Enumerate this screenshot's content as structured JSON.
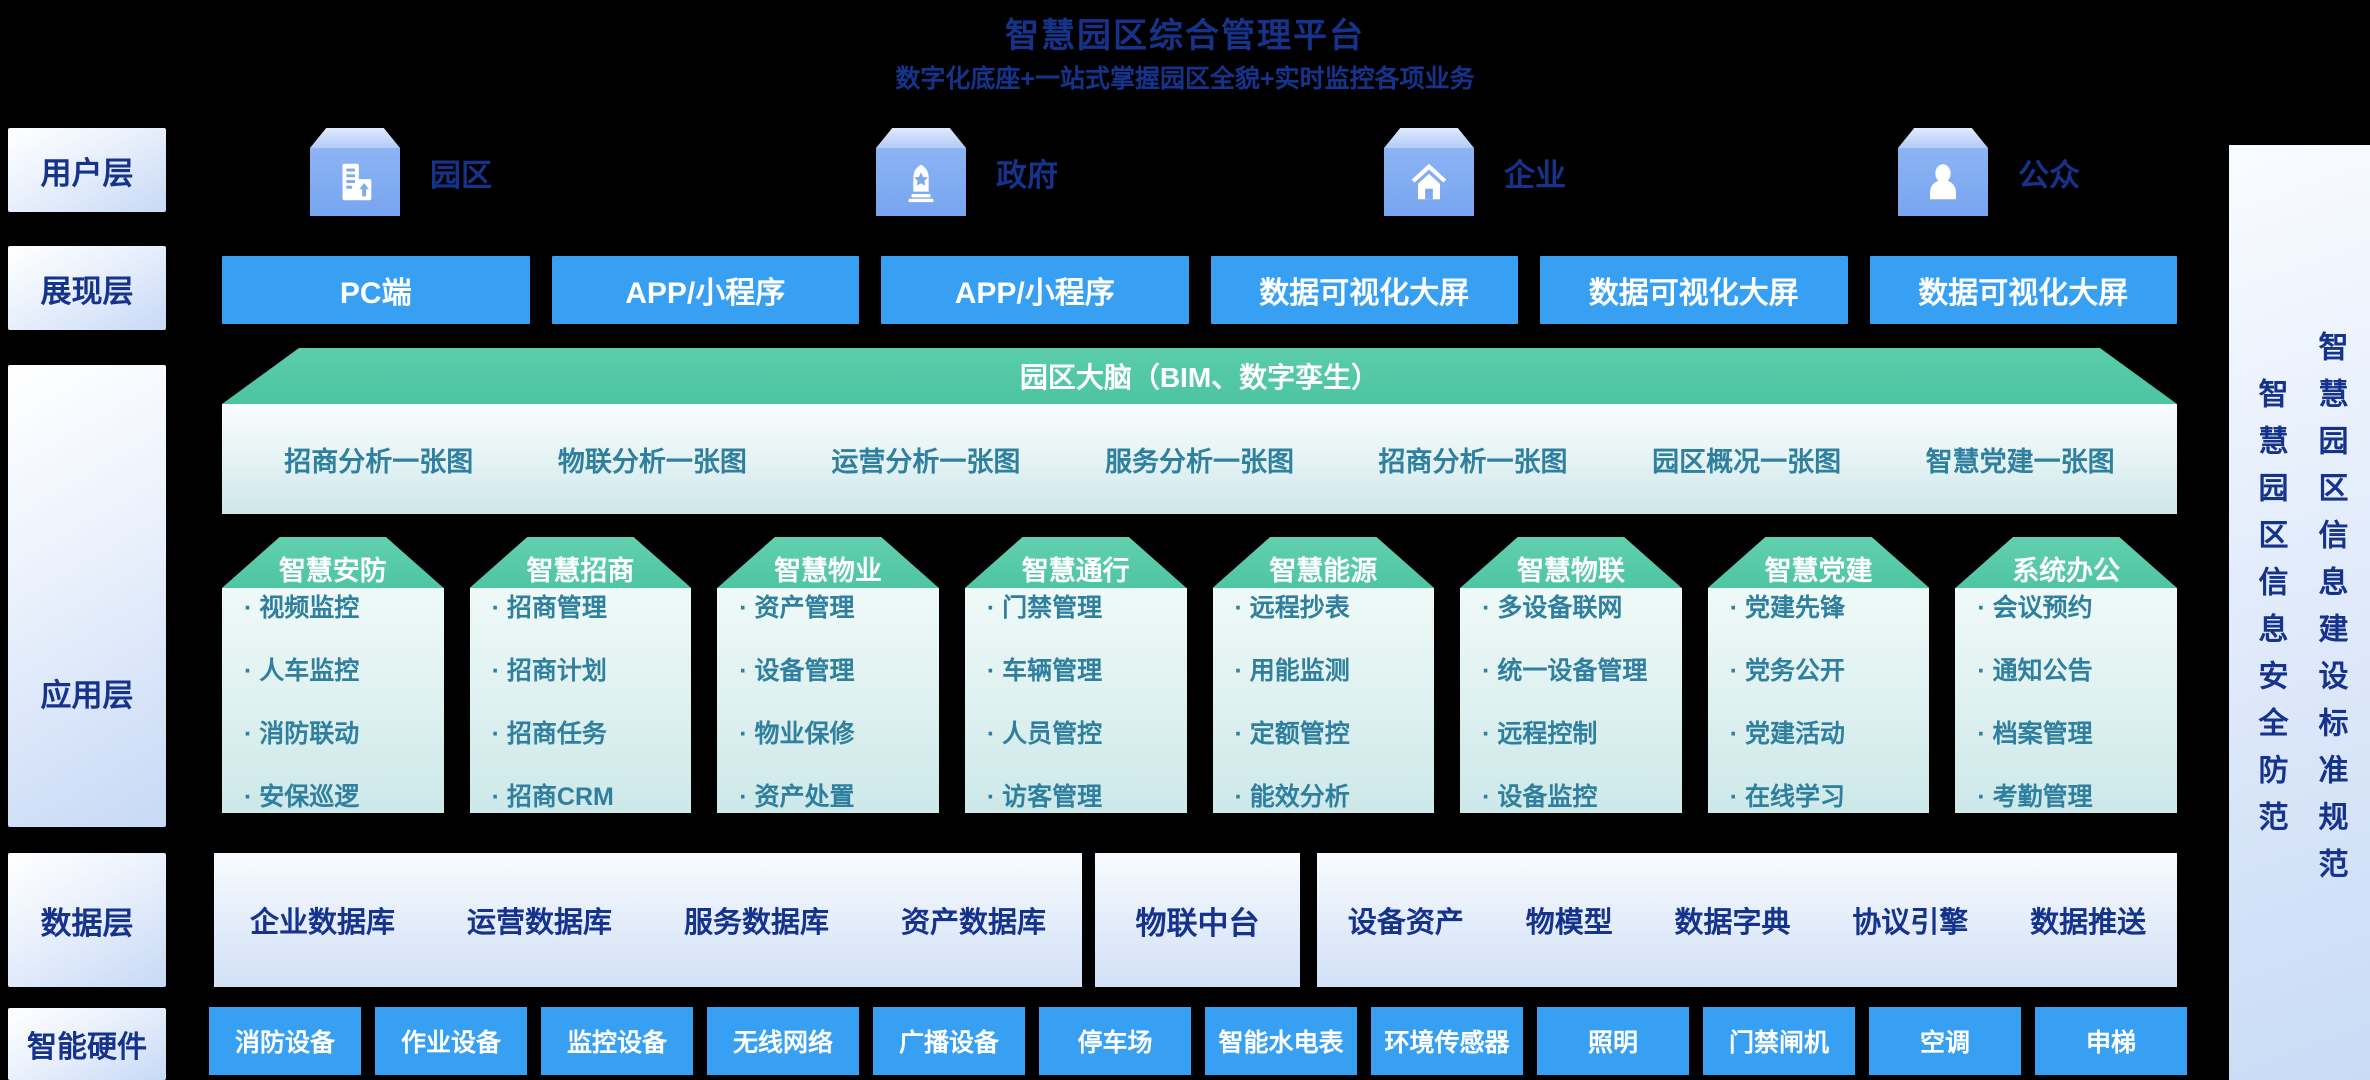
{
  "header": {
    "title": "智慧园区综合管理平台",
    "subtitle": "数字化底座+一站式掌握园区全貌+实时监控各项业务"
  },
  "colors": {
    "accent": "#38a0f3",
    "green": "#52c7a6",
    "navy": "#16338c",
    "teal_text": "#2f7f9f"
  },
  "layers": {
    "user": {
      "label": "用户层",
      "items": [
        {
          "label": "园区",
          "icon": "campus-building-icon"
        },
        {
          "label": "政府",
          "icon": "government-monument-icon"
        },
        {
          "label": "企业",
          "icon": "enterprise-house-icon"
        },
        {
          "label": "公众",
          "icon": "public-person-icon"
        }
      ]
    },
    "presentation": {
      "label": "展现层",
      "items": [
        "PC端",
        "APP/小程序",
        "APP/小程序",
        "数据可视化大屏",
        "数据可视化大屏",
        "数据可视化大屏"
      ]
    },
    "application": {
      "label": "应用层",
      "brain_banner": "园区大脑（BIM、数字孪生）",
      "overview_items": [
        "招商分析一张图",
        "物联分析一张图",
        "运营分析一张图",
        "服务分析一张图",
        "招商分析一张图",
        "园区概况一张图",
        "智慧党建一张图"
      ],
      "cards": [
        {
          "title": "智慧安防",
          "items": [
            "视频监控",
            "人车监控",
            "消防联动",
            "安保巡逻"
          ]
        },
        {
          "title": "智慧招商",
          "items": [
            "招商管理",
            "招商计划",
            "招商任务",
            "招商CRM"
          ]
        },
        {
          "title": "智慧物业",
          "items": [
            "资产管理",
            "设备管理",
            "物业保修",
            "资产处置"
          ]
        },
        {
          "title": "智慧通行",
          "items": [
            "门禁管理",
            "车辆管理",
            "人员管控",
            "访客管理"
          ]
        },
        {
          "title": "智慧能源",
          "items": [
            "远程抄表",
            "用能监测",
            "定额管控",
            "能效分析"
          ]
        },
        {
          "title": "智慧物联",
          "items": [
            "多设备联网",
            "统一设备管理",
            "远程控制",
            "设备监控"
          ]
        },
        {
          "title": "智慧党建",
          "items": [
            "党建先锋",
            "党务公开",
            "党建活动",
            "在线学习"
          ]
        },
        {
          "title": "系统办公",
          "items": [
            "会议预约",
            "通知公告",
            "档案管理",
            "考勤管理"
          ]
        }
      ]
    },
    "data": {
      "label": "数据层",
      "databases": [
        "企业数据库",
        "运营数据库",
        "服务数据库",
        "资产数据库"
      ],
      "iot_platform": "物联中台",
      "iot_items": [
        "设备资产",
        "物模型",
        "数据字典",
        "协议引擎",
        "数据推送"
      ]
    },
    "hardware": {
      "label": "智能硬件",
      "items": [
        "消防设备",
        "作业设备",
        "监控设备",
        "无线网络",
        "广播设备",
        "停车场",
        "智能水电表",
        "环境传感器",
        "照明",
        "门禁闸机",
        "空调",
        "申梯"
      ]
    }
  },
  "sidebar": {
    "left_column": "智慧园区信息安全防范",
    "right_column": "智慧园区信息建设标准规范"
  }
}
